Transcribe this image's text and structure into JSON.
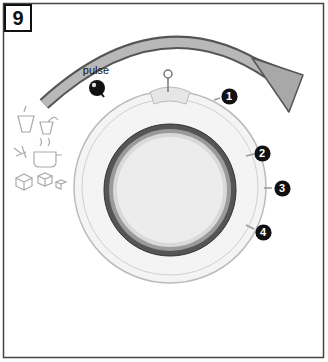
{
  "diagram": {
    "nodes": [
      {
        "text": [
          "9"
        ]
      },
      {
        "text": [
          "1"
        ]
      },
      {
        "text": [
          "2"
        ]
      },
      {
        "text": [
          "3"
        ]
      },
      {
        "text": [
          "4"
        ]
      }
    ],
    "labels": [
      "pulse"
    ]
  }
}
